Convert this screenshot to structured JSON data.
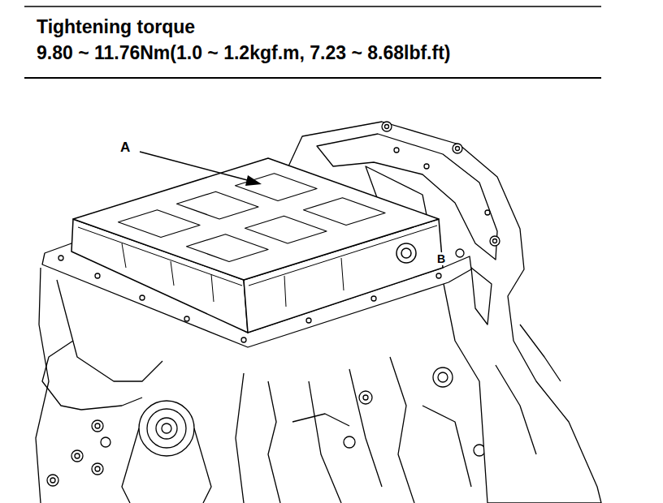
{
  "diagram": {
    "title": "Tightening torque",
    "labels": [
      "9.80 ~ 11.76Nm(1.0 ~ 1.2kgf.m, 7.23 ~ 8.68lbf.ft)",
      "A",
      "B"
    ]
  }
}
